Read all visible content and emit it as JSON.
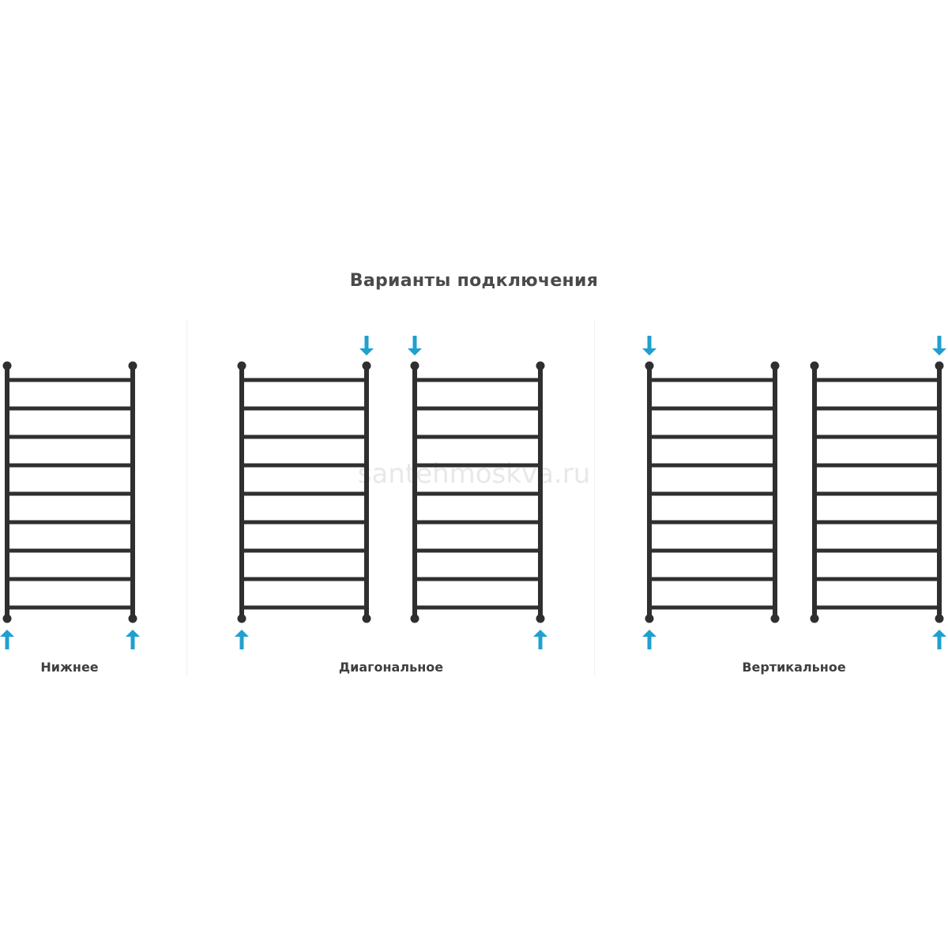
{
  "title": "Варианты подключения",
  "watermark": "santehmoskva.ru",
  "colors": {
    "frame": "#2f2f2f",
    "arrow": "#1fa0d0"
  },
  "rungs_per_ladder": 9,
  "groups": [
    {
      "label": "Нижнее",
      "ladders": [
        {
          "inlet": "bottom-left",
          "outlet": "bottom-right"
        }
      ]
    },
    {
      "label": "Диагональное",
      "ladders": [
        {
          "inlet": "bottom-left",
          "outlet": "top-right"
        },
        {
          "inlet": "top-left",
          "outlet": "bottom-right"
        }
      ]
    },
    {
      "label": "Вертикальное",
      "ladders": [
        {
          "inlet": "top-left",
          "outlet": "bottom-left"
        },
        {
          "inlet": "top-right",
          "outlet": "bottom-right"
        }
      ]
    }
  ]
}
